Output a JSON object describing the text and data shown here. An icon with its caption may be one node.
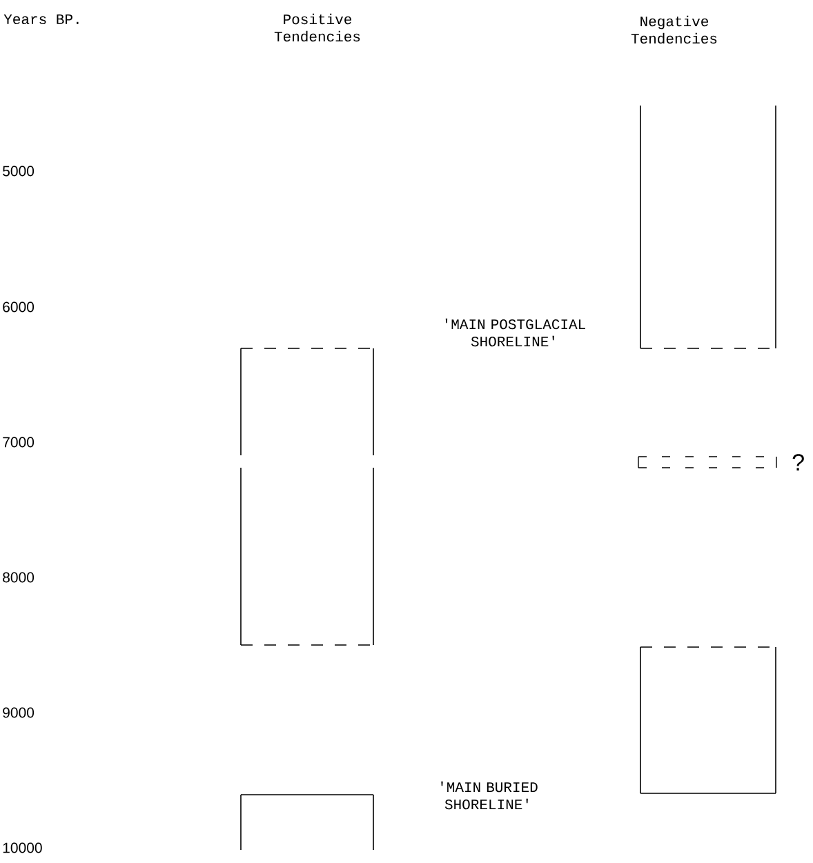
{
  "diagram": {
    "nodes": [
      {
        "text": [],
        "shape": "bar"
      },
      {
        "text": [],
        "shape": "bar"
      },
      {
        "text": [],
        "shape": "bar"
      },
      {
        "text": [],
        "shape": "bar"
      },
      {
        "text": [],
        "shape": "bar",
        "beside": [
          "?"
        ]
      },
      {
        "text": [],
        "shape": "bar"
      }
    ],
    "labels": [
      "Years BP.",
      "Positive Tendencies",
      "Negative Tendencies",
      "5000",
      "6000",
      "'MAIN POSTGLACIAL SHORELINE'",
      "7000",
      "8000",
      "9000",
      "'MAIN BURIED SHORELINE'",
      "10000"
    ]
  }
}
